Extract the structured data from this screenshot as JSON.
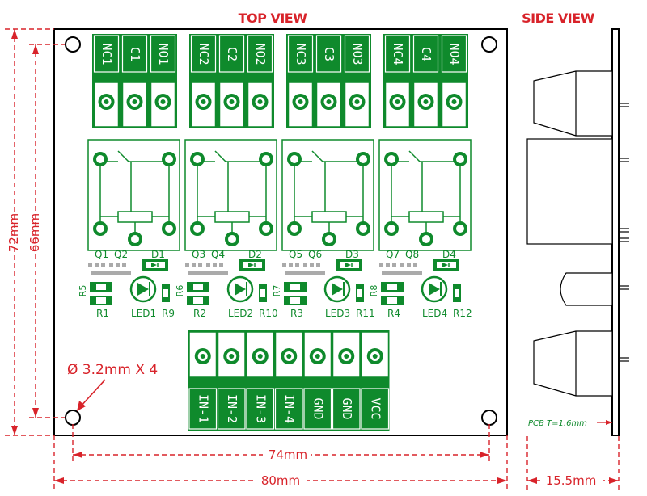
{
  "titles": {
    "top": "TOP VIEW",
    "side": "SIDE VIEW"
  },
  "dimensions": {
    "height_total": "72mm",
    "height_holes": "66mm",
    "width_holes": "74mm",
    "width_total": "80mm",
    "side_depth": "15.5mm",
    "hole_note": "Ø 3.2mm X 4",
    "pcb_thickness": "PCB T=1.6mm"
  },
  "relay_channels": [
    {
      "terminals": [
        "NC1",
        "C1",
        "NO1"
      ],
      "transistors": [
        "Q1",
        "Q2"
      ],
      "diode": "D1",
      "led": "LED1",
      "resistors": [
        "R5",
        "R1",
        "R9"
      ]
    },
    {
      "terminals": [
        "NC2",
        "C2",
        "NO2"
      ],
      "transistors": [
        "Q3",
        "Q4"
      ],
      "diode": "D2",
      "led": "LED2",
      "resistors": [
        "R6",
        "R2",
        "R10"
      ]
    },
    {
      "terminals": [
        "NC3",
        "C3",
        "NO3"
      ],
      "transistors": [
        "Q5",
        "Q6"
      ],
      "diode": "D3",
      "led": "LED3",
      "resistors": [
        "R7",
        "R3",
        "R11"
      ]
    },
    {
      "terminals": [
        "NC4",
        "C4",
        "NO4"
      ],
      "transistors": [
        "Q7",
        "Q8"
      ],
      "diode": "D4",
      "led": "LED4",
      "resistors": [
        "R8",
        "R4",
        "R12"
      ]
    }
  ],
  "input_terminals": [
    "IN-1",
    "IN-2",
    "IN-3",
    "IN-4",
    "GND",
    "GND",
    "VCC"
  ],
  "colors": {
    "silkscreen": "#0f8a2c",
    "dimension": "#d8232a",
    "outline": "#000000"
  }
}
